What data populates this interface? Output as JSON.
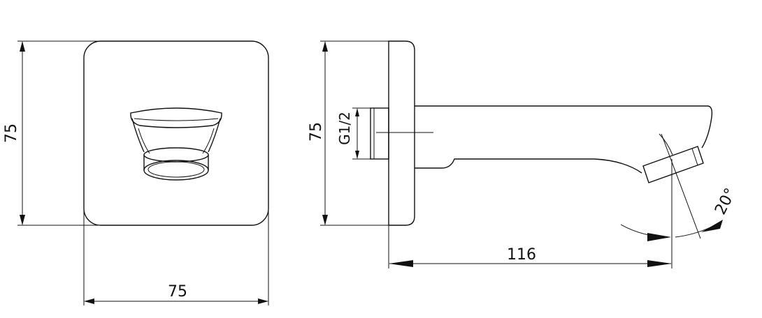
{
  "front_view": {
    "height_label": "75",
    "width_label": "75"
  },
  "side_view": {
    "height_label": "75",
    "thread_label": "G1/2",
    "projection_label": "116",
    "angle_label": "20°"
  }
}
